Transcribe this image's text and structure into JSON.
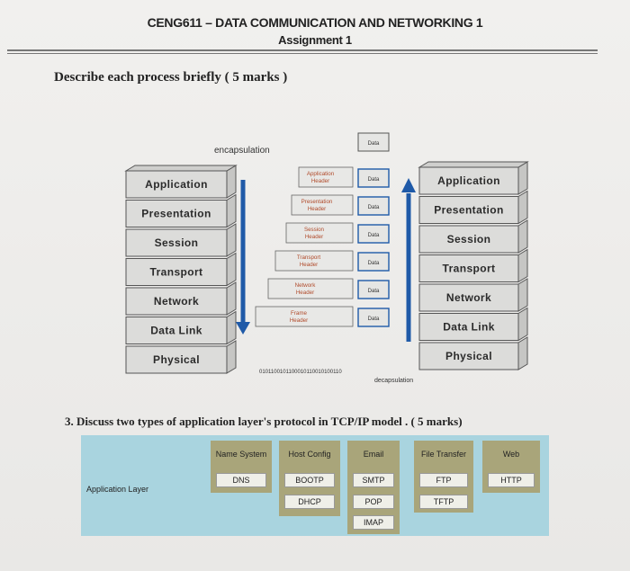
{
  "header": {
    "course": "CENG611 – DATA COMMUNICATION AND NETWORKING 1",
    "assignment": "Assignment 1"
  },
  "question1": "Describe each process briefly ( 5 marks )",
  "diagram": {
    "encapsulation_label": "encapsulation",
    "decapsulation_label": "decapsulation",
    "left_layers": [
      "Application",
      "Presentation",
      "Session",
      "Transport",
      "Network",
      "Data Link",
      "Physical"
    ],
    "right_layers": [
      "Application",
      "Presentation",
      "Session",
      "Transport",
      "Network",
      "Data Link",
      "Physical"
    ],
    "data_label": "Data",
    "headers": [
      [
        "Application",
        "Header"
      ],
      [
        "Presentation",
        "Header"
      ],
      [
        "Session",
        "Header"
      ],
      [
        "Transport",
        "Header"
      ],
      [
        "Network",
        "Header"
      ],
      [
        "Frame",
        "Header"
      ]
    ],
    "bits": "0101100101100010110010100110"
  },
  "question3": "3.  Discuss two types of application layer's protocol in TCP/IP model . ( 5 marks)",
  "app_layer": {
    "label": "Application Layer",
    "categories": [
      {
        "name": "Name System",
        "protocols": [
          "DNS"
        ]
      },
      {
        "name": "Host Config",
        "protocols": [
          "BOOTP",
          "DHCP"
        ]
      },
      {
        "name": "Email",
        "protocols": [
          "SMTP",
          "POP",
          "IMAP"
        ]
      },
      {
        "name": "File Transfer",
        "protocols": [
          "FTP",
          "TFTP"
        ]
      },
      {
        "name": "Web",
        "protocols": [
          "HTTP"
        ]
      }
    ]
  }
}
